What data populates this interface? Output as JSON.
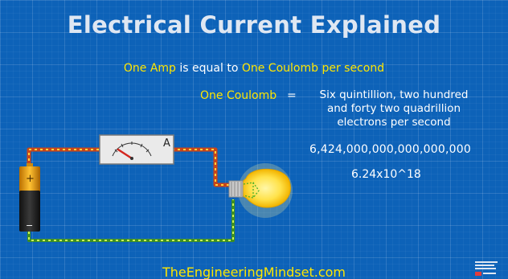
{
  "title": "Electrical Current Explained",
  "amp_line": {
    "part1": "One Amp",
    "part2": " is equal to ",
    "part3": "One Coulomb per second"
  },
  "coulomb": {
    "label": "One Coulomb",
    "equals": "=",
    "definition_lines": [
      "Six quintillion, two hundred",
      "and forty two quadrillion",
      "electrons per second"
    ]
  },
  "big_number": "6,424,000,000,000,000,000",
  "sci_number": "6.24x10^18",
  "ammeter_unit": "A",
  "battery_plus": "+",
  "battery_minus": "−",
  "footer": "TheEngineeringMindset.com",
  "colors": {
    "background": "#0d62b8",
    "yellow_text": "#ffe600",
    "wire_positive": "#d24b1c",
    "wire_negative": "#4caf2b",
    "battery_top": "#f2a612"
  },
  "icons": {
    "battery": "battery-icon",
    "ammeter": "ammeter-icon",
    "bulb": "light-bulb-icon",
    "logo": "channel-logo-icon"
  }
}
